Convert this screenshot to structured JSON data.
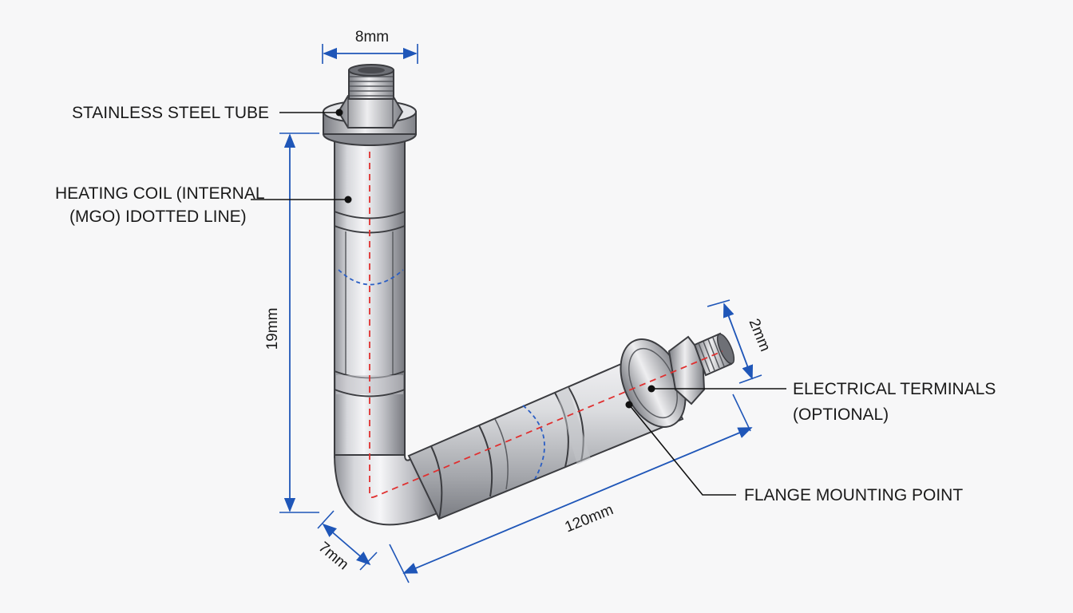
{
  "callouts": {
    "stainless_tube": "STAINLESS STEEL TUBE",
    "heating_coil_line1": "HEATING COIL (INTERNAL",
    "heating_coil_line2": "(MGO) IDOTTED LINE)",
    "electrical_line1": "ELECTRICAL TERMINALS",
    "electrical_line2": "(OPTIONAL)",
    "flange_mounting": "FLANGE MOUNTING POINT"
  },
  "dimensions": {
    "top_width": "8mm",
    "vertical_length": "19mm",
    "horizontal_length": "120mm",
    "bottom_offset": "7mm",
    "end_diameter": "2mm"
  },
  "colors": {
    "dimension_line": "#1f56b8",
    "centerline": "#e03030",
    "coil_dotted": "#2a5ec4",
    "leader": "#111111",
    "steel_light": "#f4f4f6",
    "steel_dark": "#8e9096"
  },
  "icons": [
    "hex-nut-icon",
    "threaded-fitting-icon"
  ]
}
